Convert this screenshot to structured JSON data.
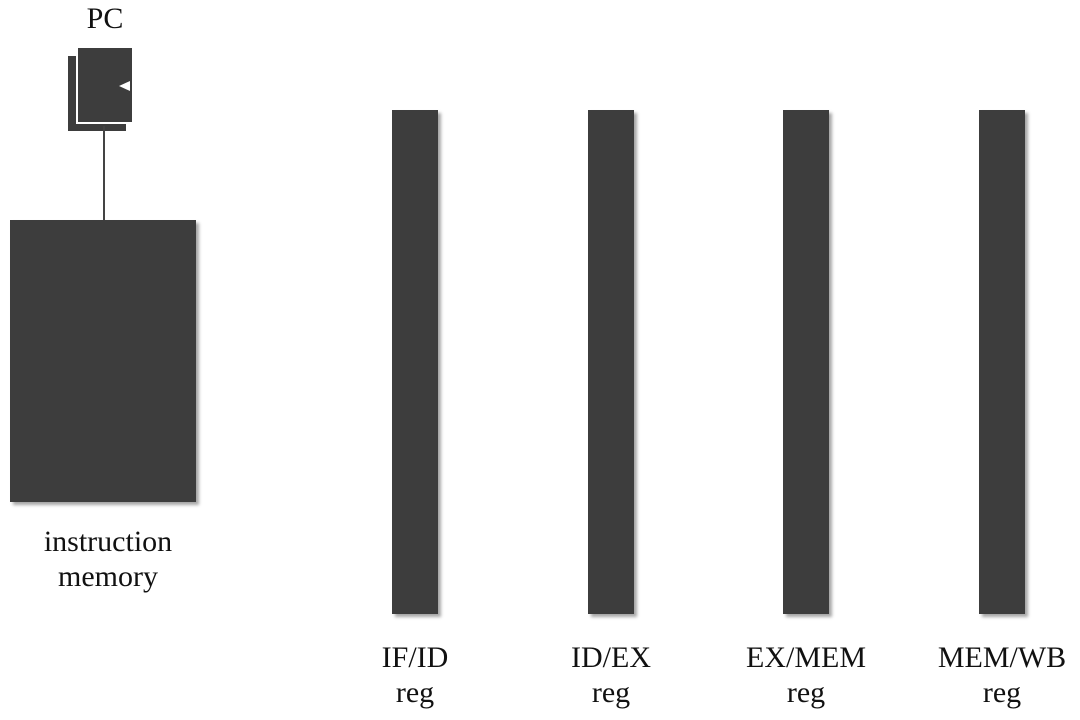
{
  "pc": {
    "label": "PC"
  },
  "instruction_memory": {
    "label_line1": "instruction",
    "label_line2": "memory"
  },
  "pipeline_registers": [
    {
      "line1": "IF/ID",
      "line2": "reg"
    },
    {
      "line1": "ID/EX",
      "line2": "reg"
    },
    {
      "line1": "EX/MEM",
      "line2": "reg"
    },
    {
      "line1": "MEM/WB",
      "line2": "reg"
    }
  ],
  "colors": {
    "block_fill": "#3d3d3d",
    "background": "#ffffff",
    "text": "#111111"
  }
}
